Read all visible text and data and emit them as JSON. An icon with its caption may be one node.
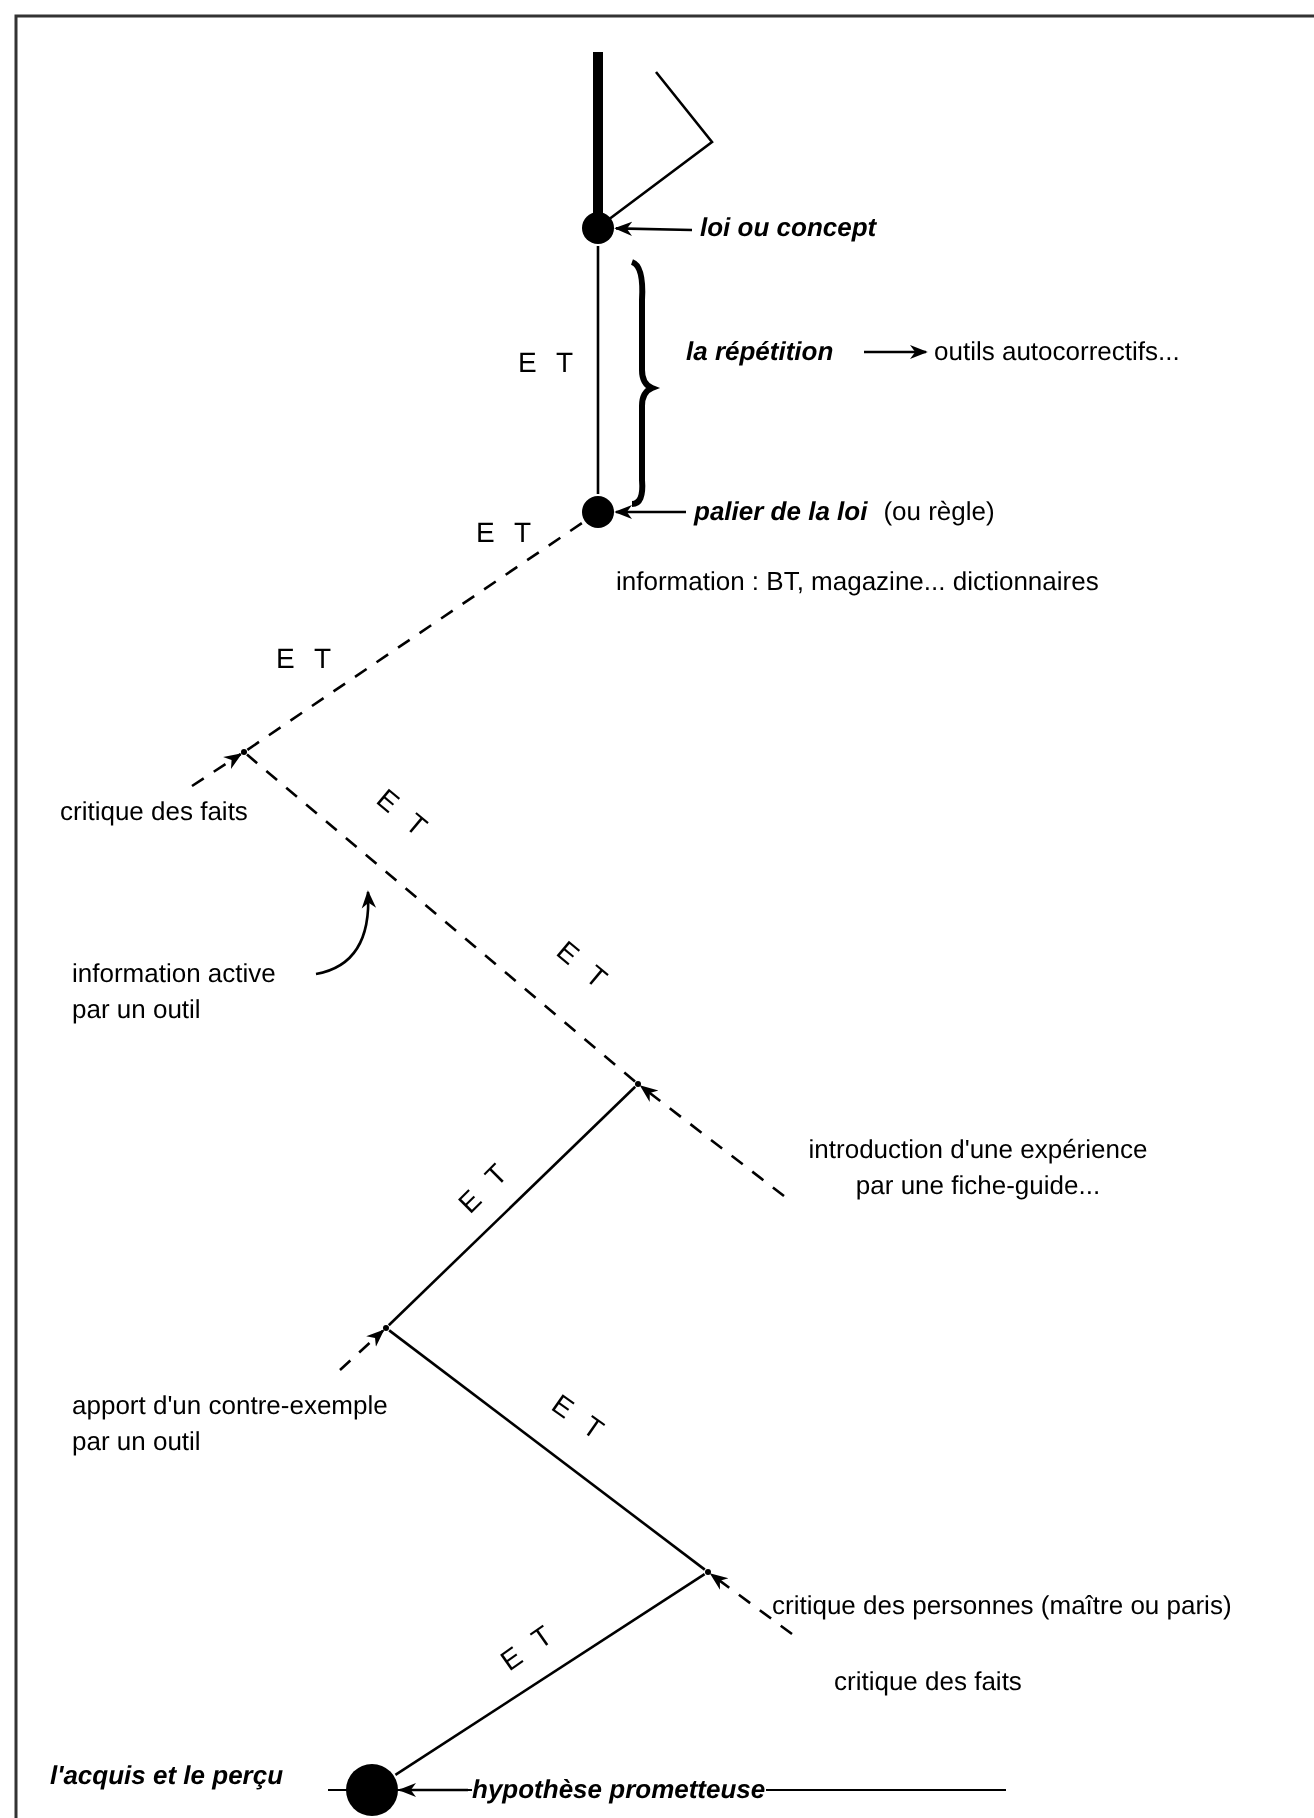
{
  "diagram": {
    "nodes": [
      {
        "text": [],
        "shape": "circle"
      },
      {
        "text": [
          "loi ou concept"
        ]
      },
      {
        "text": [],
        "shape": "circle"
      },
      {
        "text": [
          "palier de la loi",
          "(ou règle)"
        ]
      },
      {
        "text": [
          "la répétition"
        ]
      },
      {
        "text": [
          "outils autocorrectifs..."
        ]
      },
      {
        "text": [],
        "shape": "point"
      },
      {
        "text": [
          "critique des faits"
        ]
      },
      {
        "text": [
          "information active par un outil"
        ]
      },
      {
        "text": [],
        "shape": "point"
      },
      {
        "text": [
          "introduction d'une expérience par une fiche-guide..."
        ]
      },
      {
        "text": [],
        "shape": "point"
      },
      {
        "text": [
          "apport d'un contre-exemple par un outil"
        ]
      },
      {
        "text": [],
        "shape": "point"
      },
      {
        "text": [
          "critique des personnes (maître ou paris)"
        ]
      },
      {
        "text": [],
        "shape": "circle"
      },
      {
        "text": [
          "l'acquis et le perçu"
        ]
      },
      {
        "text": [
          "hypothèse prometteuse"
        ]
      }
    ],
    "edges": [
      {
        "from": 2,
        "to": 0,
        "arrow": "none",
        "label": "E T"
      },
      {
        "from": 6,
        "to": 2,
        "arrow": "none",
        "label": "E T",
        "style": "dashed"
      },
      {
        "from": 9,
        "to": 6,
        "arrow": "none",
        "label": "E T",
        "style": "dashed"
      },
      {
        "from": 11,
        "to": 9,
        "arrow": "none",
        "label": "E T"
      },
      {
        "from": 13,
        "to": 11,
        "arrow": "none",
        "label": "E T"
      },
      {
        "from": 15,
        "to": 13,
        "arrow": "none",
        "label": "E T"
      },
      {
        "from": 1,
        "to": 0,
        "arrow": "to"
      },
      {
        "from": 3,
        "to": 2,
        "arrow": "to"
      },
      {
        "from": 4,
        "to": 5,
        "arrow": "to"
      },
      {
        "from": 7,
        "to": 6,
        "arrow": "to",
        "style": "dashed"
      },
      {
        "from": 8,
        "to": null,
        "arrow": "to"
      },
      {
        "from": 10,
        "to": 9,
        "arrow": "to",
        "style": "dashed"
      },
      {
        "from": 12,
        "to": 11,
        "arrow": "to",
        "style": "dashed"
      },
      {
        "from": 14,
        "to": 13,
        "arrow": "to",
        "style": "dashed"
      },
      {
        "from": 17,
        "to": 15,
        "arrow": "to"
      }
    ],
    "labels": [
      "E T",
      "information : BT, magazine... dictionnaires",
      "E T",
      "critique des faits"
    ]
  }
}
